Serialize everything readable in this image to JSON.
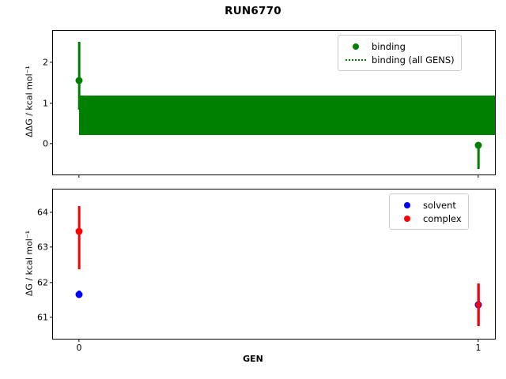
{
  "figure": {
    "title": "RUN6770",
    "xlabel": "GEN",
    "xticks": [
      "0",
      "1"
    ]
  },
  "panels": {
    "top": {
      "ylabel": "ΔΔG / kcal mol⁻¹",
      "yticks": [
        "2",
        "1",
        "0"
      ],
      "legend": [
        {
          "label": "binding",
          "marker": "circle",
          "color": "#008000"
        },
        {
          "label": "binding (all GENS)",
          "marker": "dotted-line",
          "color": "#008000"
        }
      ]
    },
    "bottom": {
      "ylabel": "ΔG / kcal mol⁻¹",
      "yticks": [
        "64",
        "63",
        "62",
        "61"
      ],
      "legend": [
        {
          "label": "solvent",
          "marker": "circle",
          "color": "#0000ff"
        },
        {
          "label": "complex",
          "marker": "circle",
          "color": "#ff0000"
        }
      ]
    }
  },
  "chart_data": [
    {
      "type": "scatter",
      "panel": "top",
      "title": "RUN6770",
      "xlabel": "GEN",
      "ylabel": "ΔΔG / kcal mol⁻¹",
      "xlim": [
        -0.07,
        1.07
      ],
      "ylim": [
        -0.76,
        2.86
      ],
      "xticks": [
        0,
        1
      ],
      "yticks": [
        0,
        1,
        2
      ],
      "grid": false,
      "legend_position": "upper right",
      "series": [
        {
          "name": "binding",
          "color": "#008000",
          "x": [
            0,
            1
          ],
          "values": [
            1.73,
            -0.03
          ],
          "yerr_low": [
            0.73,
            0.6
          ],
          "yerr_high": [
            0.95,
            0.04
          ]
        },
        {
          "name": "binding (all GENS)",
          "color": "#008000",
          "style": "dotted-line-with-band",
          "value": 0.67,
          "band_low": 0.18,
          "band_high": 1.15
        }
      ]
    },
    {
      "type": "scatter",
      "panel": "bottom",
      "xlabel": "GEN",
      "ylabel": "ΔG / kcal mol⁻¹",
      "xlim": [
        -0.07,
        1.07
      ],
      "ylim": [
        60.52,
        64.82
      ],
      "xticks": [
        0,
        1
      ],
      "yticks": [
        61,
        62,
        63,
        64
      ],
      "grid": false,
      "legend_position": "upper right",
      "series": [
        {
          "name": "solvent",
          "color": "#0000ff",
          "x": [
            0,
            1
          ],
          "values": [
            61.8,
            61.47
          ],
          "yerr_low": [
            0.1,
            0.6
          ],
          "yerr_high": [
            0.1,
            0.6
          ]
        },
        {
          "name": "complex",
          "color": "#ff0000",
          "x": [
            0,
            1
          ],
          "values": [
            63.53,
            61.47
          ],
          "yerr_low": [
            0.91,
            0.6
          ],
          "yerr_high": [
            0.92,
            0.6
          ]
        }
      ]
    }
  ]
}
